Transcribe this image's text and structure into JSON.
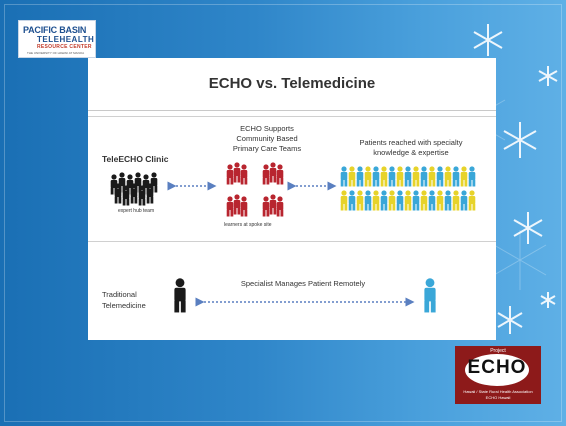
{
  "logo": {
    "line1": "PACIFIC BASIN",
    "line2": "TELEHEALTH",
    "line3": "RESOURCE CENTER",
    "line4": "THE UNIVERSITY OF HAWAII AT MANOA"
  },
  "title": "ECHO vs. Telemedicine",
  "echo_row": {
    "clinic_label": "TeleECHO Clinic",
    "hub_label": "expert hub team",
    "support_text": [
      "ECHO Supports",
      "Community Based",
      "Primary Care Teams"
    ],
    "spoke_label": "learners at spoke site",
    "patients_text": [
      "Patients reached with specialty",
      "knowledge & expertise"
    ]
  },
  "tele_row": {
    "label_lines": [
      "Traditional",
      "Telemedicine"
    ],
    "specialist_text": "Specialist Manages Patient Remotely"
  },
  "echo_logo": {
    "project": "Project",
    "word": "ECHO",
    "sub1": "Hawaii / State Rural Health Association",
    "sub2": "ECHO Hawaii"
  },
  "colors": {
    "expert": "#1a1a1a",
    "learner": "#b8252f",
    "patient_blue": "#3aa7d8",
    "patient_yellow": "#e7d32a",
    "arrow": "#5a7fc0",
    "background": "#2f86c9"
  }
}
